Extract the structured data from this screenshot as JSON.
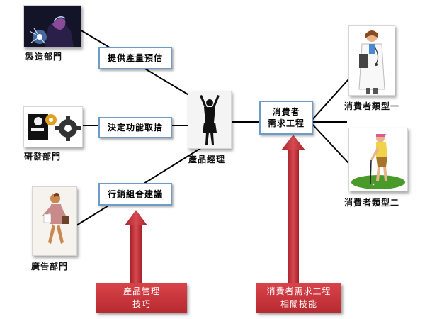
{
  "departments": {
    "manufacturing": "製造部門",
    "rnd": "研發部門",
    "advertising": "廣告部門"
  },
  "product_manager": "產品經理",
  "consumers": {
    "type1": "消費者類型一",
    "type2": "消費者類型二"
  },
  "boxes": {
    "forecast": "提供產量預估",
    "function": "決定功能取捨",
    "marketing": "行銷組合建議",
    "consumer_req_line1": "消費者",
    "consumer_req_line2": "需求工程"
  },
  "skills": {
    "pm_line1": "產品管理",
    "pm_line2": "技巧",
    "cr_line1": "消費者需求工程",
    "cr_line2": "相關技能"
  },
  "colors": {
    "box_border": "#6f9cc6",
    "skill_red": "#c8363c",
    "arrow_red": "#c8363c",
    "connector": "#000000"
  },
  "icons": {
    "manufacturing": "welder-icon",
    "rnd": "gears-person-icon",
    "advertising": "walking-woman-icon",
    "product_manager": "cheering-silhouette-icon",
    "consumer1": "doctor-icon",
    "consumer2": "golfer-icon"
  }
}
